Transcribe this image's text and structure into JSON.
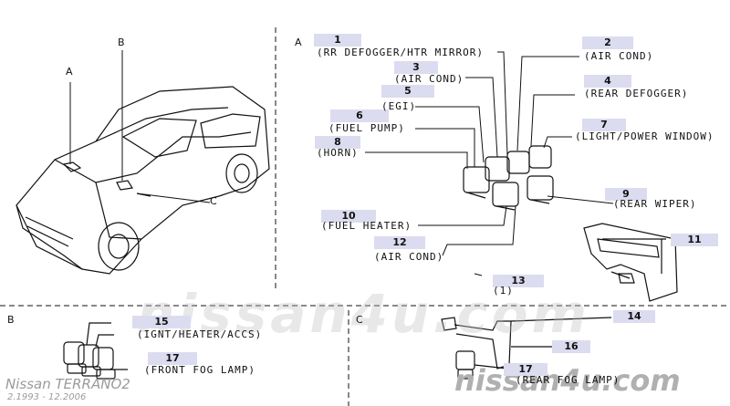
{
  "sections": {
    "a": "A",
    "b": "B",
    "c": "C"
  },
  "pointers": {
    "a": "A",
    "b": "B",
    "c": "C"
  },
  "parts": [
    {
      "num": "1",
      "label": "(RR DEFOGGER/HTR MIRROR)"
    },
    {
      "num": "2",
      "label": "(AIR COND)"
    },
    {
      "num": "3",
      "label": "(AIR COND)"
    },
    {
      "num": "4",
      "label": "(REAR DEFOGGER)"
    },
    {
      "num": "5",
      "label": "(EGI)"
    },
    {
      "num": "6",
      "label": "(FUEL PUMP)"
    },
    {
      "num": "7",
      "label": "(LIGHT/POWER WINDOW)"
    },
    {
      "num": "8",
      "label": "(HORN)"
    },
    {
      "num": "9",
      "label": "(REAR WIPER)"
    },
    {
      "num": "10",
      "label": "(FUEL HEATER)"
    },
    {
      "num": "11",
      "label": ""
    },
    {
      "num": "12",
      "label": "(AIR COND)"
    },
    {
      "num": "13",
      "label": "(1)"
    },
    {
      "num": "14",
      "label": ""
    },
    {
      "num": "15",
      "label": "(IGNT/HEATER/ACCS)"
    },
    {
      "num": "16",
      "label": ""
    },
    {
      "num": "17",
      "label": "(FRONT FOG LAMP)"
    },
    {
      "num": "17",
      "label": "(REAR FOG LAMP)"
    }
  ],
  "caption": {
    "model": "Nissan TERRANO2",
    "years": "2.1993 - 12.2006"
  },
  "watermark": {
    "text": "nissan4u.com"
  },
  "colors": {
    "chip": "#dcdcf0",
    "line": "#111111",
    "watermark": "#b8b8b8"
  }
}
